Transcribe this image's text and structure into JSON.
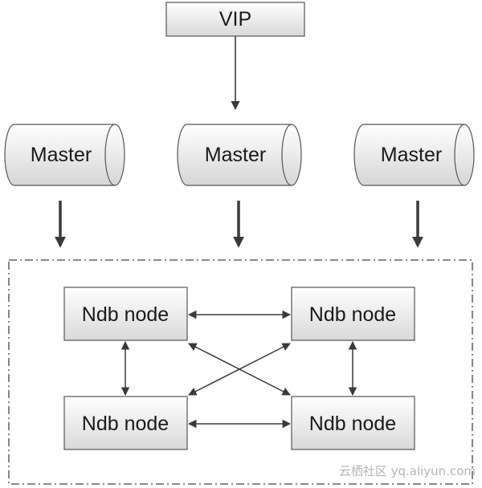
{
  "vip": {
    "label": "VIP"
  },
  "masters": [
    {
      "label": "Master"
    },
    {
      "label": "Master"
    },
    {
      "label": "Master"
    }
  ],
  "ndb_nodes": [
    {
      "label": "Ndb node"
    },
    {
      "label": "Ndb node"
    },
    {
      "label": "Ndb node"
    },
    {
      "label": "Ndb node"
    }
  ],
  "watermark": {
    "text": "云栖社区 yq.aliyun.com"
  },
  "colors": {
    "box_fill_top": "#ffffff",
    "box_fill_bottom": "#dcdcdc",
    "stroke": "#555555",
    "arrow": "#3a3a3a",
    "dashed_border": "#444444"
  }
}
